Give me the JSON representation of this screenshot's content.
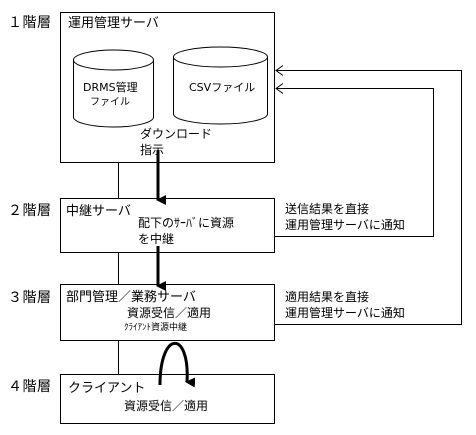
{
  "levels": {
    "l1": "１階層",
    "l2": "２階層",
    "l3": "３階層",
    "l4": "４階層"
  },
  "tier1": {
    "title": "運用管理サーバ",
    "db1_line1": "DRMS管理",
    "db1_line2": "ファイル",
    "db2": "CSVファイル",
    "instruction_line1": "ダウンロード",
    "instruction_line2": "指示"
  },
  "tier2": {
    "title": "中継サーバ",
    "desc_line1": "配下のｻｰﾊﾞに資源",
    "desc_line2": "を中継",
    "note_line1": "送信結果を直接",
    "note_line2": "運用管理サーバに通知"
  },
  "tier3": {
    "title": "部門管理／業務サーバ",
    "desc_line1": "資源受信／適用",
    "desc_line2": "ｸﾗｲｱﾝﾄ資源中継",
    "note_line1": "適用結果を直接",
    "note_line2": "運用管理サーバに通知"
  },
  "tier4": {
    "title": "クライアント",
    "desc": "資源受信／適用"
  }
}
